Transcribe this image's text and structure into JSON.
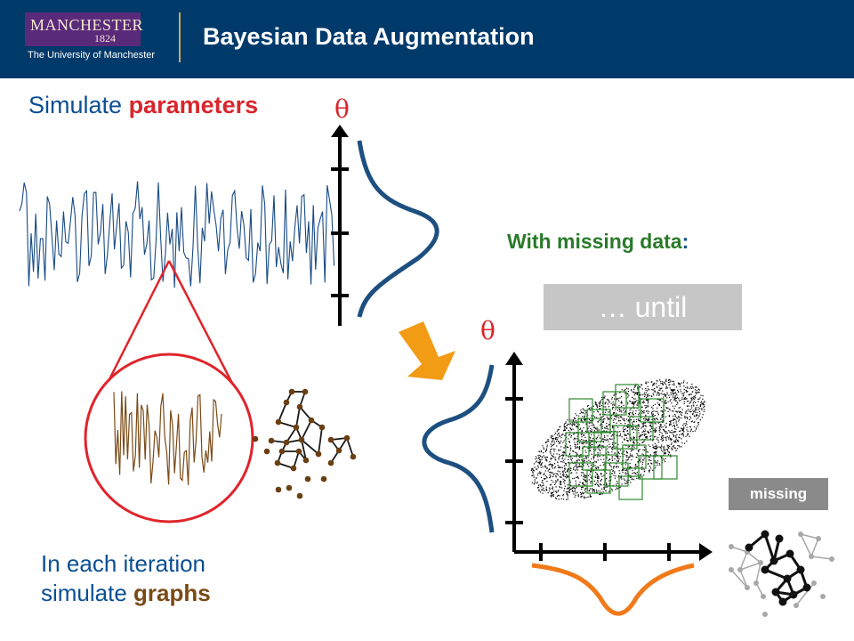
{
  "header": {
    "logo": {
      "wordmark": "MANCHESTER",
      "year": "1824",
      "subtitle": "The University of Manchester"
    },
    "title": "Bayesian Data Augmentation"
  },
  "left": {
    "simulate_prefix": "Simulate ",
    "simulate_emphasis": "parameters",
    "theta_symbol": "θ",
    "iteration_line1": "In each iteration",
    "iteration_line2_prefix": "simulate ",
    "iteration_line2_emphasis": "graphs"
  },
  "right": {
    "missing_data_label": "With missing data",
    "missing_data_colon": ":",
    "until_label": "… until",
    "theta_symbol": "θ",
    "missing_badge": "missing"
  },
  "colors": {
    "header_bg": "#003a6b",
    "accent_red": "#d8262c",
    "text_blue": "#0c4f93",
    "graph_brown": "#7a4a16",
    "green": "#2a7a2a",
    "arrow_orange": "#f29b14",
    "orange_curve": "#f07a1a",
    "curve_navy": "#1d4f80"
  }
}
